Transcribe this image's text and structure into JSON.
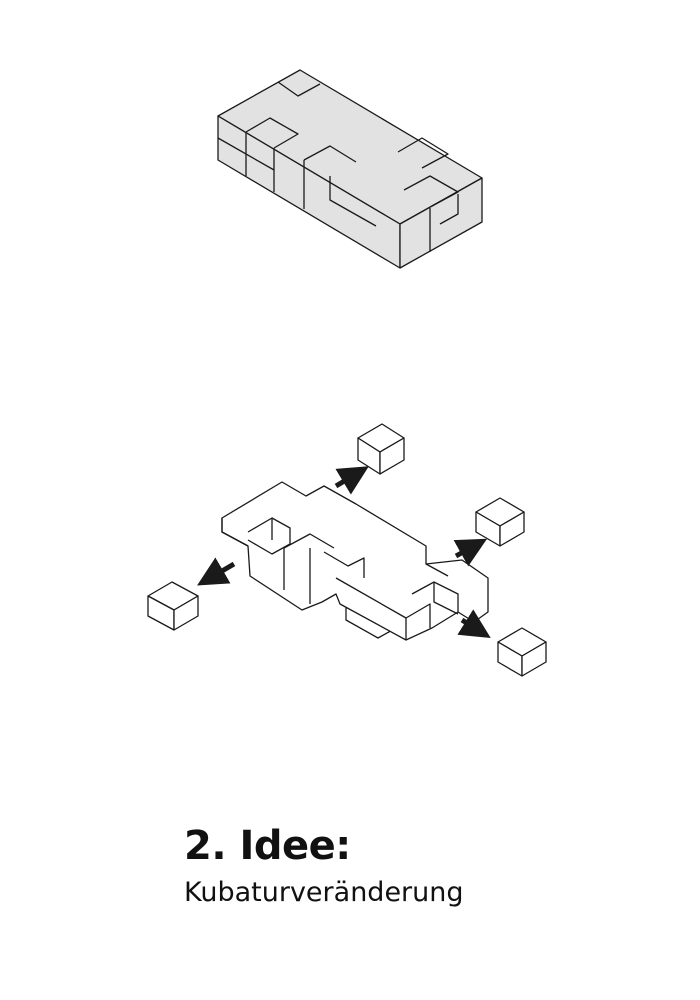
{
  "caption": {
    "title": "2. Idee:",
    "subtitle": "Kubaturveränderung"
  },
  "colors": {
    "line": "#1a1a1a",
    "block_fill": "#e2e2e2",
    "white_fill": "#ffffff"
  },
  "figures": {
    "top": "solid-block-before",
    "bottom": "exploded-block-after",
    "arrows": [
      "arrow-up-right",
      "arrow-right",
      "arrow-down-right",
      "arrow-left"
    ]
  }
}
